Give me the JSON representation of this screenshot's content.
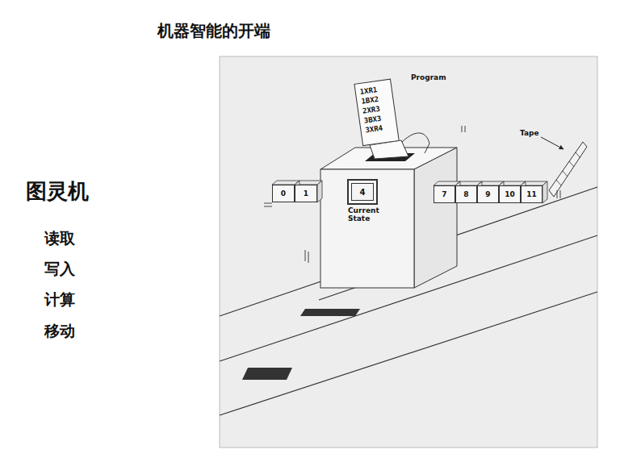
{
  "diagram": {
    "title": "机器智能的开端",
    "nodes": [
      {
        "text": [
          "1XR1 1BX2 2XR3 3BX3 3XR4"
        ]
      },
      {
        "text": [
          "0"
        ]
      },
      {
        "text": [
          "1"
        ]
      },
      {
        "text": [
          "4",
          "Current State"
        ]
      },
      {
        "text": [
          "7"
        ]
      },
      {
        "text": [
          "8"
        ]
      },
      {
        "text": [
          "9"
        ]
      },
      {
        "text": [
          "10"
        ]
      },
      {
        "text": [
          "11"
        ]
      }
    ],
    "labels": [
      "图灵机",
      "读取",
      "写入",
      "计算",
      "移动",
      "Program",
      "Tape"
    ]
  }
}
